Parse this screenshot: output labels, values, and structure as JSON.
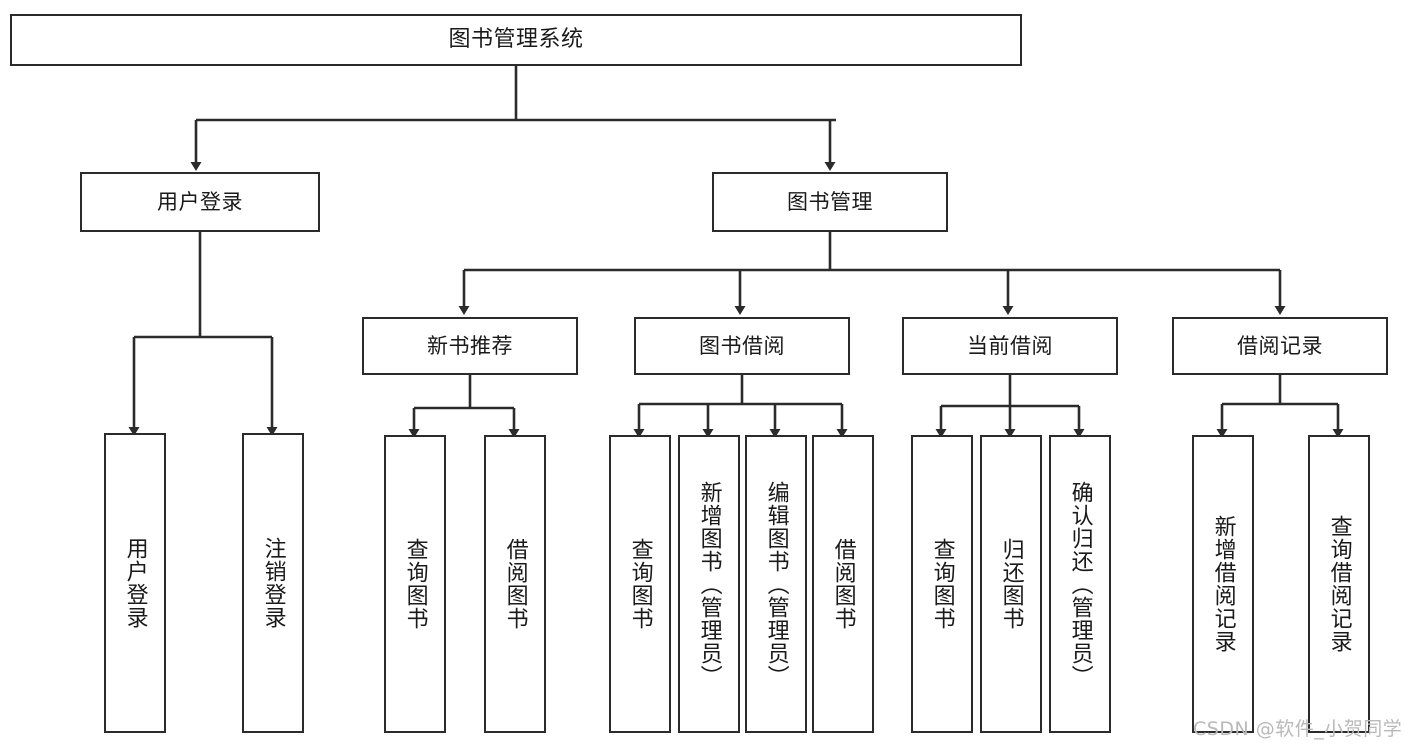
{
  "diagram": {
    "type": "tree-hierarchy",
    "title": "图书管理系统",
    "background_color": "#ffffff",
    "box_border_color": "#2b2b2b",
    "connector_color": "#2b2b2b",
    "text_color": "#1a1a1a"
  },
  "nodes": {
    "root": {
      "label": "图书管理系统",
      "level": 0
    },
    "level1": [
      {
        "id": "user-login",
        "label": "用户登录"
      },
      {
        "id": "book-management",
        "label": "图书管理"
      }
    ],
    "level2": [
      {
        "id": "new-book-recommend",
        "label": "新书推荐",
        "parent": "book-management"
      },
      {
        "id": "book-borrow",
        "label": "图书借阅",
        "parent": "book-management"
      },
      {
        "id": "current-borrow",
        "label": "当前借阅",
        "parent": "book-management"
      },
      {
        "id": "borrow-record",
        "label": "借阅记录",
        "parent": "book-management"
      }
    ],
    "leaves": {
      "user-login": [
        {
          "id": "leaf-user-login",
          "label": "用户登录"
        },
        {
          "id": "leaf-user-logout",
          "label": "注销登录"
        }
      ],
      "new-book-recommend": [
        {
          "id": "leaf-query-book-1",
          "label": "查询图书"
        },
        {
          "id": "leaf-borrow-book-1",
          "label": "借阅图书"
        }
      ],
      "book-borrow": [
        {
          "id": "leaf-query-book-2",
          "label": "查询图书"
        },
        {
          "id": "leaf-add-book",
          "label": "新增图书（管理员）"
        },
        {
          "id": "leaf-edit-book",
          "label": "编辑图书（管理员）"
        },
        {
          "id": "leaf-borrow-book-2",
          "label": "借阅图书"
        }
      ],
      "current-borrow": [
        {
          "id": "leaf-query-book-3",
          "label": "查询图书"
        },
        {
          "id": "leaf-return-book",
          "label": "归还图书"
        },
        {
          "id": "leaf-confirm-return",
          "label": "确认归还（管理员）"
        }
      ],
      "borrow-record": [
        {
          "id": "leaf-add-record",
          "label": "新增借阅记录"
        },
        {
          "id": "leaf-query-record",
          "label": "查询借阅记录"
        }
      ]
    }
  },
  "watermark": {
    "text": "CSDN @软件_小贺同学"
  }
}
